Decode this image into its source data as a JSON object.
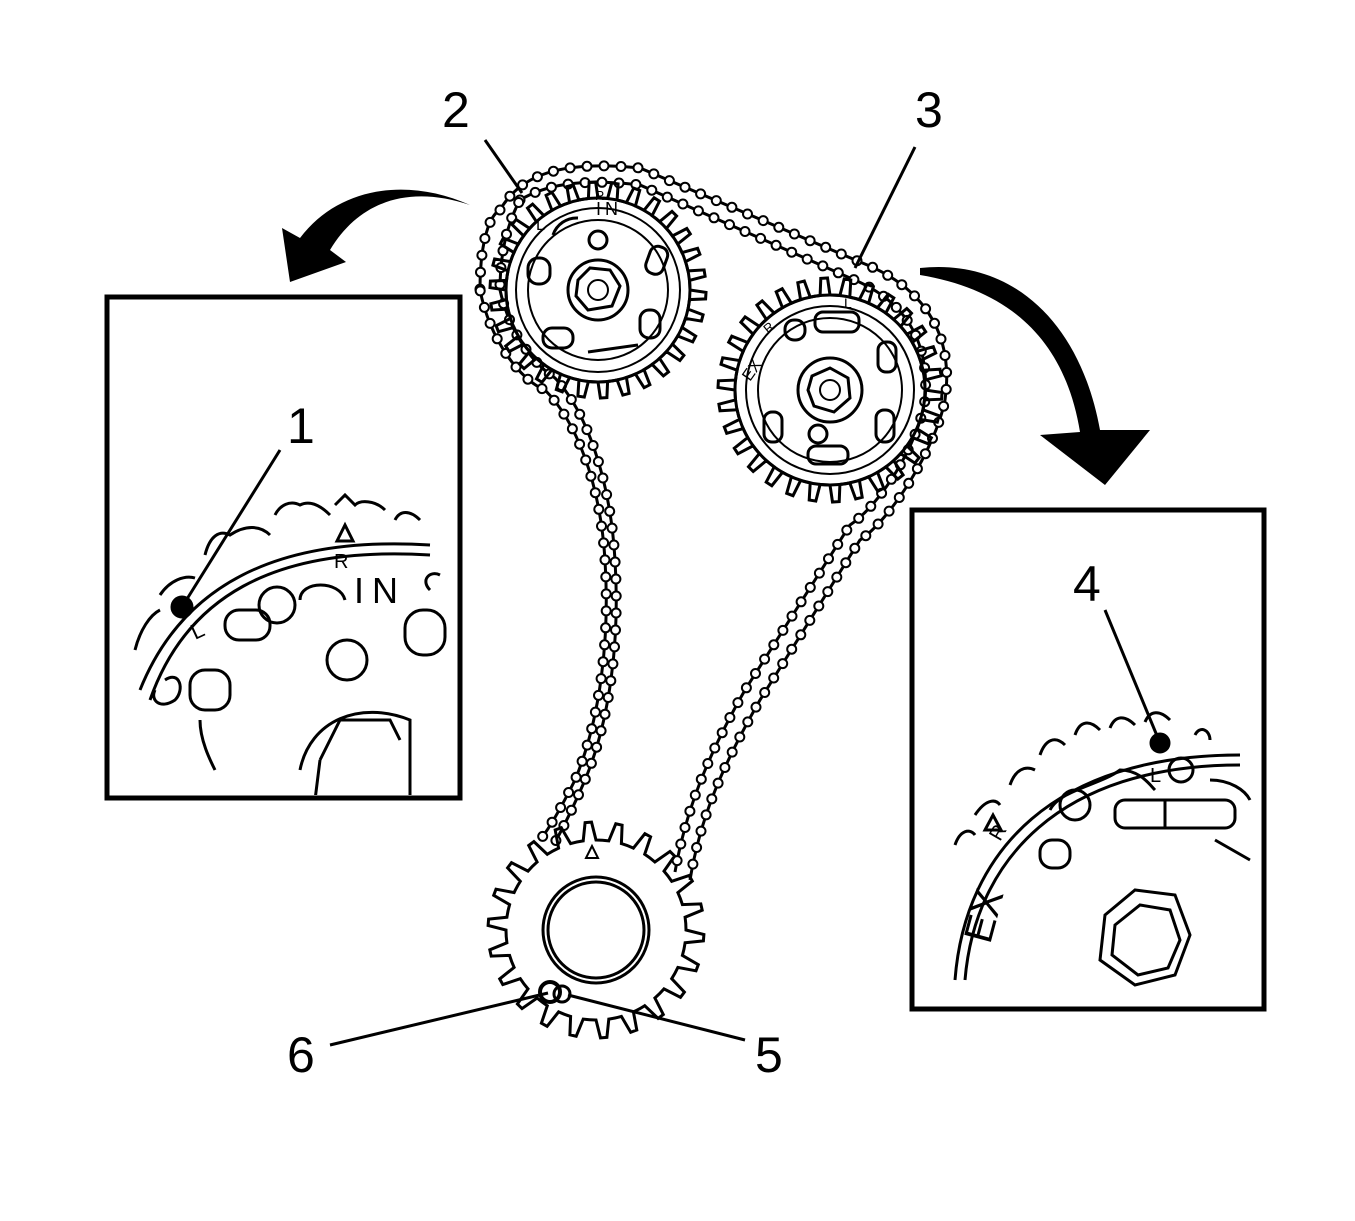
{
  "callouts": {
    "c1": "1",
    "c2": "2",
    "c3": "3",
    "c4": "4",
    "c5": "5",
    "c6": "6"
  },
  "sprocket_marks": {
    "intake_R": "R",
    "intake_IN": "IN",
    "intake_L": "L",
    "exhaust_EX": "EX",
    "exhaust_R": "R",
    "exhaust_L": "L"
  },
  "detail_left": {
    "R": "R",
    "IN": "IN",
    "L": "L"
  },
  "detail_right": {
    "L": "L",
    "R": "R",
    "EX": "EX"
  },
  "colors": {
    "ink": "#000000",
    "paper": "#ffffff"
  }
}
